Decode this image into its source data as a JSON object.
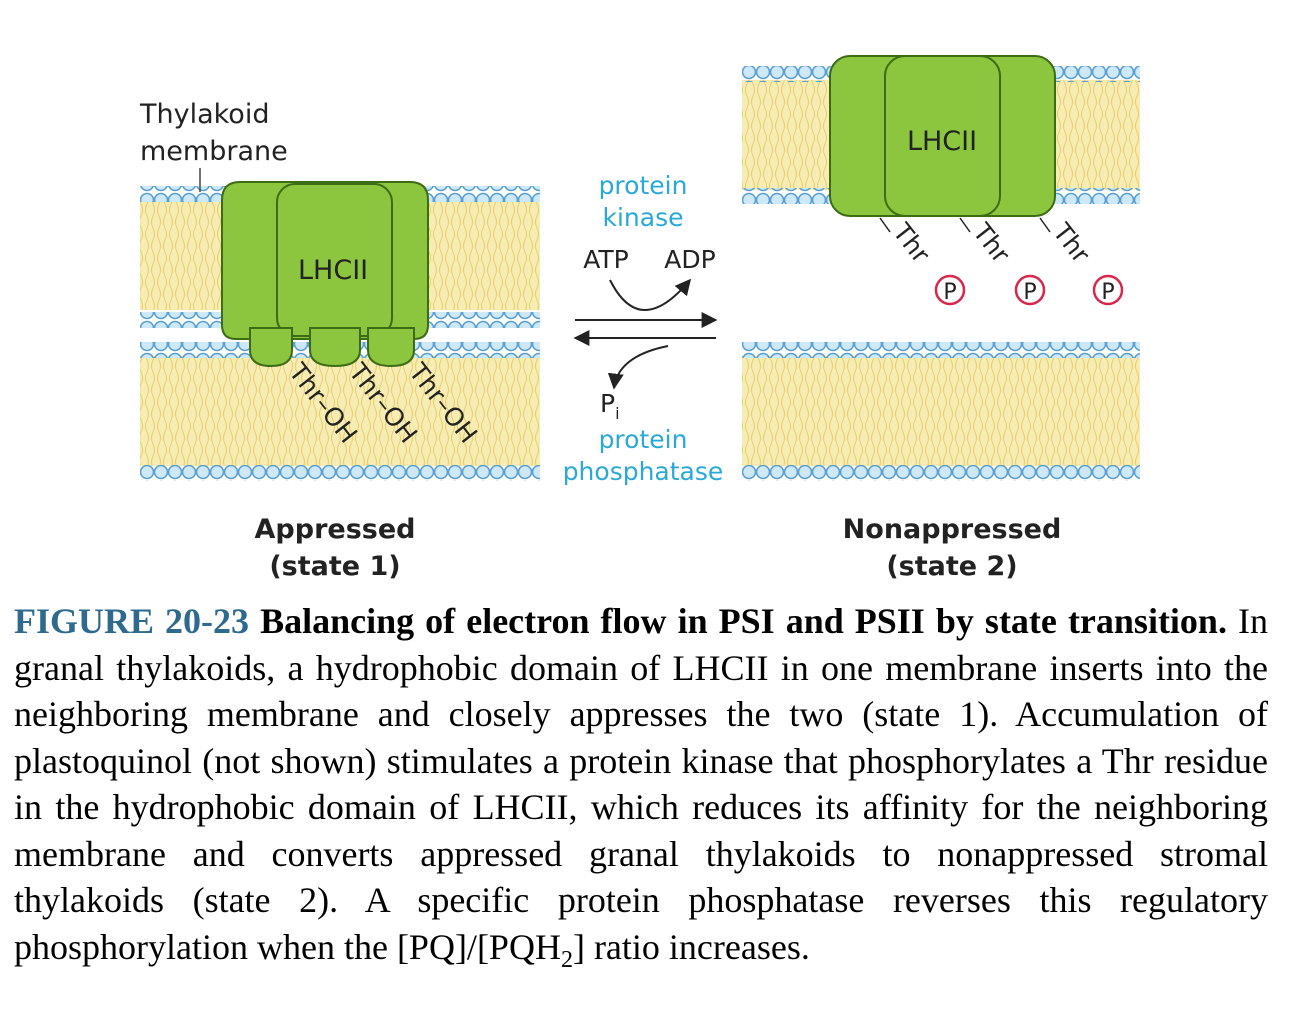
{
  "figure": {
    "thylakoid_label_line1": "Thylakoid",
    "thylakoid_label_line2": "membrane",
    "lhcii_left": "LHCII",
    "lhcii_right": "LHCII",
    "thr_oh": "Thr–OH",
    "thr": "Thr",
    "p": "P",
    "kinase_line1": "protein",
    "kinase_line2": "kinase",
    "atp": "ATP",
    "adp": "ADP",
    "pi": "P",
    "pi_sub": "i",
    "phosphatase_line1": "protein",
    "phosphatase_line2": "phosphatase",
    "state1_line1": "Appressed",
    "state1_line2": "(state 1)",
    "state2_line1": "Nonappressed",
    "state2_line2": "(state 2)"
  },
  "caption": {
    "number": "FIGURE 20-23",
    "title": "Balancing of electron flow in PSI and PSII by state transition.",
    "body_pre": "In granal thylakoids, a hydrophobic domain of LHCII in one membrane inserts into the neighboring membrane and closely appresses the two (state 1). Accumulation of plastoquinol (not shown) stimulates a protein kinase that phosphorylates a Thr residue in the hydrophobic domain of LHCII, which reduces its affinity for the neighboring membrane and converts appressed granal thylakoids to nonappressed stromal thylakoids (state 2). A specific protein phosphatase reverses this regulatory phosphorylation when the [PQ]/[PQH",
    "body_sub": "2",
    "body_post": "] ratio increases."
  },
  "colors": {
    "green": "#8cc63f",
    "lipid_head": "#b9dcf2",
    "lipid_tail": "#f6e8a5",
    "cyan_text": "#2aa8d8",
    "phospho_red": "#d9264a"
  }
}
